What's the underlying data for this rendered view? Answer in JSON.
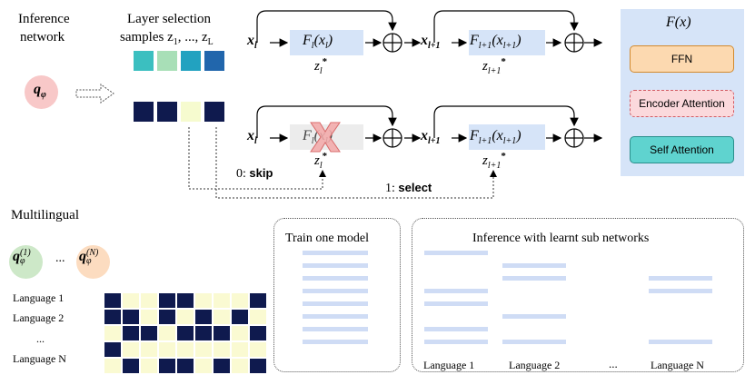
{
  "inference": {
    "title_line1": "Inference",
    "title_line2": "network",
    "q_label": "q",
    "q_sub": "φ"
  },
  "layer_selection": {
    "title_line1": "Layer selection",
    "title_line2": "samples z",
    "title_tail": ", ..., z",
    "sub_1": "1",
    "sub_L": "L",
    "top_row_colors": [
      "#3bbfc0",
      "#a8dfb7",
      "#22a2c0",
      "#2166ac"
    ],
    "bottom_row_colors": [
      "#0f1a4e",
      "#0f1a4e",
      "#f6fbcf",
      "#0f1a4e"
    ]
  },
  "row1": {
    "x_l": "x",
    "x_l_sub": "l",
    "f1": "F",
    "f1_sub": "l",
    "f1_arg": "(x",
    "f1_arg_sub": "l",
    "f1_close": ")",
    "z1": "z",
    "z1_sub": "l",
    "z1_star": "*",
    "x_l1": "x",
    "x_l1_sub": "l+1",
    "f2": "F",
    "f2_sub": "l+1",
    "f2_arg": "(x",
    "f2_arg_sub": "l+1",
    "f2_close": ")",
    "z2": "z",
    "z2_sub": "l+1",
    "z2_star": "*"
  },
  "row2": {
    "x_l": "x",
    "x_l_sub": "l",
    "f1": "F",
    "f1_sub": "l",
    "f1_arg": "(x",
    "f1_arg_sub": "l",
    "f1_close": ")",
    "z1": "z",
    "z1_sub": "l",
    "z1_star": "*",
    "x_l1": "x",
    "x_l1_sub": "l+1",
    "f2": "F",
    "f2_sub": "l+1",
    "f2_arg": "(x",
    "f2_arg_sub": "l+1",
    "f2_close": ")",
    "z2": "z",
    "z2_sub": "l+1",
    "z2_star": "*",
    "skip_label_num": "0: ",
    "skip_label": "skip",
    "select_label_num": "1: ",
    "select_label": "select"
  },
  "fx_panel": {
    "title": "F(x)",
    "items": [
      {
        "label": "FFN",
        "fill": "#fcd9b0",
        "border": "#d28a2e",
        "dashed": false
      },
      {
        "label": "Encoder Attention",
        "fill": "#fbd9dc",
        "border": "#d15a63",
        "dashed": true
      },
      {
        "label": "Self Attention",
        "fill": "#5fd3cf",
        "border": "#2a8f8c",
        "dashed": false
      }
    ],
    "bg": "#d8e6f8"
  },
  "multilingual": {
    "title": "Multilingual",
    "q1": "q",
    "q1_sup": "(1)",
    "q1_sub": "φ",
    "ellipsis": "...",
    "qN": "q",
    "qN_sup": "(N)",
    "qN_sub": "φ",
    "languages": [
      "Language 1",
      "Language 2",
      "...",
      "Language N"
    ],
    "matrix": [
      [
        1,
        0,
        0,
        1,
        1,
        0,
        0,
        0,
        1
      ],
      [
        1,
        1,
        0,
        1,
        0,
        1,
        0,
        1,
        0
      ],
      [
        0,
        1,
        1,
        0,
        1,
        1,
        1,
        0,
        1
      ],
      [
        1,
        0,
        0,
        0,
        0,
        0,
        0,
        0,
        0
      ],
      [
        0,
        1,
        0,
        1,
        1,
        0,
        1,
        0,
        1
      ]
    ],
    "dark": "#0f1a4e",
    "light": "#fafad2"
  },
  "train_panel": {
    "title": "Train one model"
  },
  "infer_panel": {
    "title": "Inference with learnt sub networks",
    "labels": [
      "Language 1",
      "Language 2",
      "...",
      "Language N"
    ]
  }
}
